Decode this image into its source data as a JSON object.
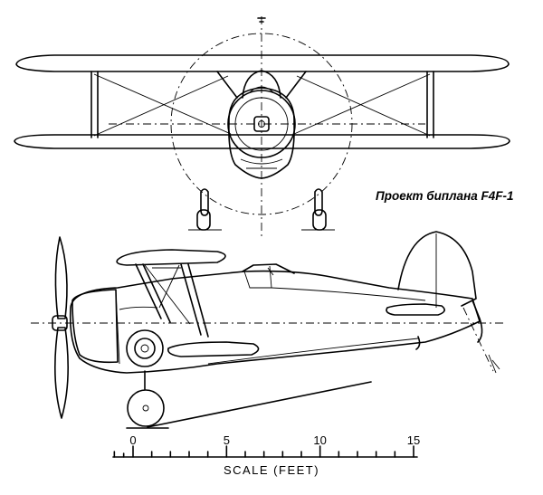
{
  "caption": "Проект биплана F4F-1",
  "scale": {
    "title": "SCALE (FEET)",
    "ticks": [
      {
        "value": 0,
        "label": "0"
      },
      {
        "value": 5,
        "label": "5"
      },
      {
        "value": 10,
        "label": "10"
      },
      {
        "value": 15,
        "label": "15"
      }
    ],
    "max_feet": 15
  },
  "views": [
    "front-view",
    "side-view"
  ]
}
